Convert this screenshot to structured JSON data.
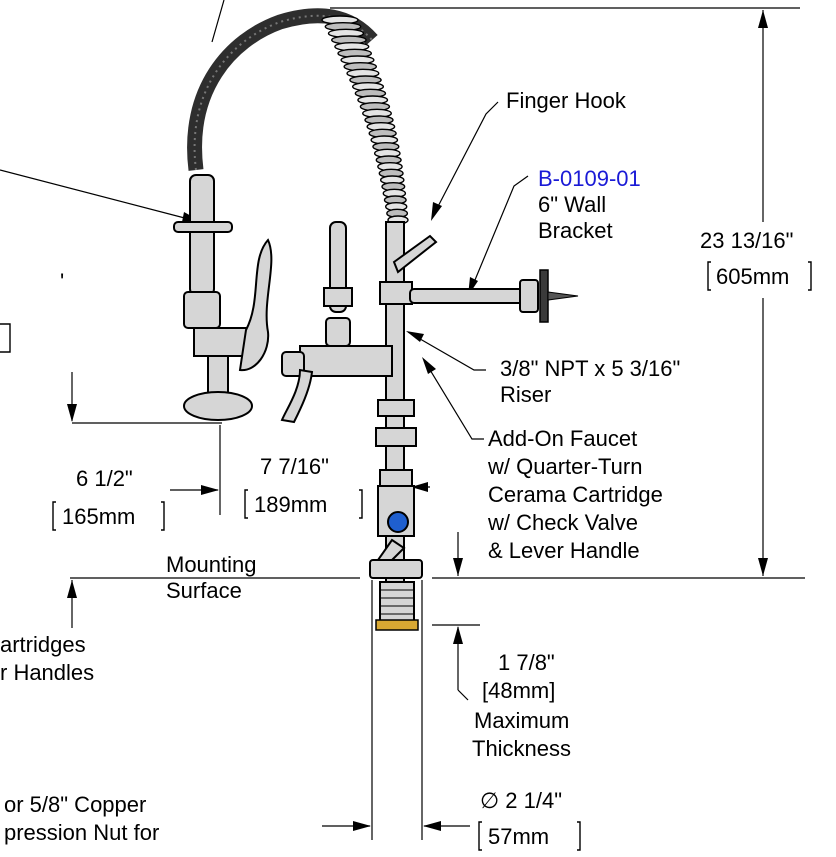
{
  "labels": {
    "finger_hook": "Finger Hook",
    "bracket_part": "B-0109-01",
    "bracket_line1": "6\" Wall",
    "bracket_line2": "Bracket",
    "height_in": "23 13/16\"",
    "height_mm": "605mm",
    "riser_line1": "3/8\" NPT x 5 3/16\"",
    "riser_line2": "Riser",
    "faucet_line1": "Add-On Faucet",
    "faucet_line2": "w/ Quarter-Turn",
    "faucet_line3": "Cerama Cartridge",
    "faucet_line4": "w/ Check Valve",
    "faucet_line5": "& Lever Handle",
    "dim_a_in": "6 1/2\"",
    "dim_a_mm": "165mm",
    "dim_b_in": "7 7/16\"",
    "dim_b_mm": "189mm",
    "mounting_line1": "Mounting",
    "mounting_line2": "Surface",
    "cartridges_line1": "artridges",
    "cartridges_line2": "r Handles",
    "thick_in": "1 7/8\"",
    "thick_mm": "[48mm]",
    "thick_line1": "Maximum",
    "thick_line2": "Thickness",
    "copper_line1": "or 5/8\" Copper",
    "copper_line2": "pression Nut for",
    "diam_in": "∅ 2 1/4\"",
    "diam_mm": "57mm",
    "cut_left": "'"
  },
  "colors": {
    "part_link": "#1a1ad6",
    "metal": "#d6d6d6",
    "hose": "#2e2e2e",
    "brass": "#d9a832",
    "handle_accent": "#1f5fcf"
  }
}
